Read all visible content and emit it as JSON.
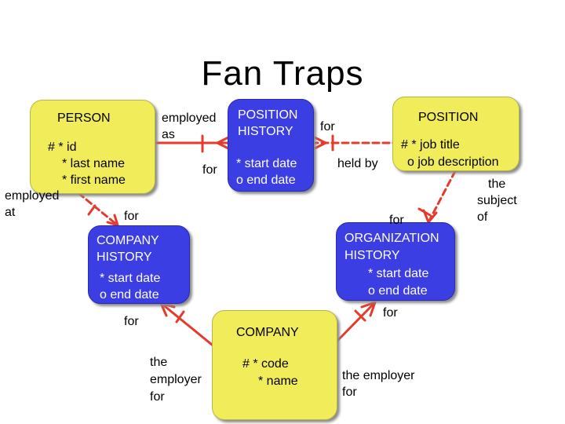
{
  "title": "Fan Traps",
  "entities": {
    "person": {
      "name": "PERSON",
      "attrs": [
        "# * id",
        "* last name",
        "* first name"
      ]
    },
    "position_history": {
      "name_line1": "POSITION",
      "name_line2": "HISTORY",
      "attrs": [
        "* start date",
        "o end date"
      ]
    },
    "position": {
      "name": "POSITION",
      "attrs": [
        "# * job title",
        "o job description"
      ]
    },
    "company_history": {
      "name_line1": "COMPANY",
      "name_line2": "HISTORY",
      "attrs": [
        "* start date",
        "o end date"
      ]
    },
    "organization_history": {
      "name_line1": "ORGANIZATION",
      "name_line2": "HISTORY",
      "attrs": [
        "* start date",
        "o end date"
      ]
    },
    "company": {
      "name": "COMPANY",
      "attrs": [
        "# * code",
        "* name"
      ]
    }
  },
  "labels": {
    "employed_as_1": "employed",
    "employed_as_2": "as",
    "for_ph_person": "for",
    "for_ph_position": "for",
    "held_by": "held by",
    "subject_of_1": "the",
    "subject_of_2": "subject",
    "subject_of_3": "of",
    "employed_at_1": "employed",
    "employed_at_2": "at",
    "for_ch_person": "for",
    "for_oh_position": "for",
    "for_ch_company": "for",
    "for_oh_company": "for",
    "employer_left_1": "the",
    "employer_left_2": "employer",
    "employer_left_3": "for",
    "employer_right_1": "the employer",
    "employer_right_2": "for"
  },
  "colors": {
    "entity_yellow": "#f0ec5a",
    "entity_blue": "#3b3ee3",
    "relationship": "#e53b2c"
  }
}
